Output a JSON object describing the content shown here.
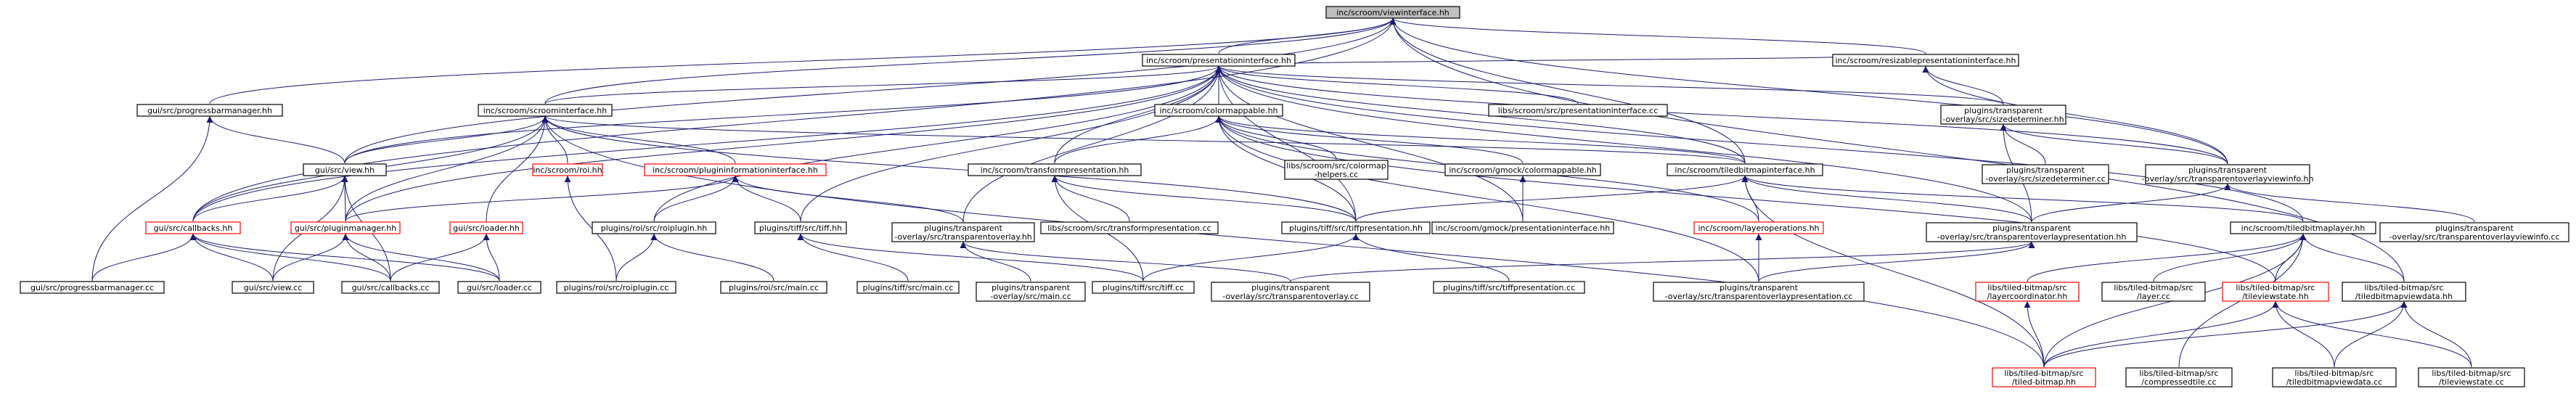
{
  "graph": {
    "colors": {
      "edge": "#191970",
      "root_fill": "#bfbfbf",
      "red_border": "#ff0000"
    },
    "nodes": [
      {
        "id": "root",
        "lines": [
          "inc/scroom/viewinterface.hh"
        ],
        "root": true
      },
      {
        "id": "presi",
        "lines": [
          "inc/scroom/presentationinterface.hh"
        ]
      },
      {
        "id": "resize",
        "lines": [
          "inc/scroom/resizablepresentationinterface.hh"
        ]
      },
      {
        "id": "progmgr",
        "lines": [
          "gui/src/progressbarmanager.hh"
        ]
      },
      {
        "id": "scroomi",
        "lines": [
          "inc/scroom/scroominterface.hh"
        ]
      },
      {
        "id": "colormap",
        "lines": [
          "inc/scroom/colormappable.hh"
        ]
      },
      {
        "id": "presicc",
        "lines": [
          "libs/scroom/src/presentationinterface.cc"
        ]
      },
      {
        "id": "sizedet",
        "lines": [
          "plugins/transparent",
          "-overlay/src/sizedeterminer.hh"
        ]
      },
      {
        "id": "view",
        "lines": [
          "gui/src/view.hh"
        ]
      },
      {
        "id": "roi",
        "lines": [
          "inc/scroom/roi.hh"
        ],
        "red": true
      },
      {
        "id": "pinfo",
        "lines": [
          "inc/scroom/plugininformationinterface.hh"
        ],
        "red": true
      },
      {
        "id": "transpres",
        "lines": [
          "inc/scroom/transformpresentation.hh"
        ]
      },
      {
        "id": "cmhelpers",
        "lines": [
          "libs/scroom/src/colormap",
          "-helpers.cc"
        ]
      },
      {
        "id": "gmockcm",
        "lines": [
          "inc/scroom/gmock/colormappable.hh"
        ]
      },
      {
        "id": "tiledbi",
        "lines": [
          "inc/scroom/tiledbitmapinterface.hh"
        ]
      },
      {
        "id": "sizedetcc",
        "lines": [
          "plugins/transparent",
          "-overlay/src/sizedeterminer.cc"
        ]
      },
      {
        "id": "tovinfo",
        "lines": [
          "plugins/transparent",
          "-overlay/src/transparentoverlayviewinfo.hh"
        ]
      },
      {
        "id": "callbacks",
        "lines": [
          "gui/src/callbacks.hh"
        ],
        "red": true
      },
      {
        "id": "pluginmgr",
        "lines": [
          "gui/src/pluginmanager.hh"
        ],
        "red": true
      },
      {
        "id": "loader",
        "lines": [
          "gui/src/loader.hh"
        ],
        "red": true
      },
      {
        "id": "roiplugin",
        "lines": [
          "plugins/roi/src/roiplugin.hh"
        ]
      },
      {
        "id": "tiffhh",
        "lines": [
          "plugins/tiff/src/tiff.hh"
        ]
      },
      {
        "id": "toverlay",
        "lines": [
          "plugins/transparent",
          "-overlay/src/transparentoverlay.hh"
        ]
      },
      {
        "id": "transprescc",
        "lines": [
          "libs/scroom/src/transformpresentation.cc"
        ]
      },
      {
        "id": "tiffpres",
        "lines": [
          "plugins/tiff/src/tiffpresentation.hh"
        ]
      },
      {
        "id": "gmockpi",
        "lines": [
          "inc/scroom/gmock/presentationinterface.hh"
        ]
      },
      {
        "id": "layerops",
        "lines": [
          "inc/scroom/layeroperations.hh"
        ],
        "red": true
      },
      {
        "id": "topres",
        "lines": [
          "plugins/transparent",
          "-overlay/src/transparentoverlaypresentation.hh"
        ]
      },
      {
        "id": "tiledbl",
        "lines": [
          "inc/scroom/tiledbitmaplayer.hh"
        ]
      },
      {
        "id": "tovinfocc",
        "lines": [
          "plugins/transparent",
          "-overlay/src/transparentoverlayviewinfo.cc"
        ]
      },
      {
        "id": "progcc",
        "lines": [
          "gui/src/progressbarmanager.cc"
        ]
      },
      {
        "id": "viewcc",
        "lines": [
          "gui/src/view.cc"
        ]
      },
      {
        "id": "callbackscc",
        "lines": [
          "gui/src/callbacks.cc"
        ]
      },
      {
        "id": "loadercc",
        "lines": [
          "gui/src/loader.cc"
        ]
      },
      {
        "id": "roiplugincc",
        "lines": [
          "plugins/roi/src/roiplugin.cc"
        ]
      },
      {
        "id": "roimain",
        "lines": [
          "plugins/roi/src/main.cc"
        ]
      },
      {
        "id": "tiffmain",
        "lines": [
          "plugins/tiff/src/main.cc"
        ]
      },
      {
        "id": "tomain",
        "lines": [
          "plugins/transparent",
          "-overlay/src/main.cc"
        ]
      },
      {
        "id": "tiffcc",
        "lines": [
          "plugins/tiff/src/tiff.cc"
        ]
      },
      {
        "id": "tocc",
        "lines": [
          "plugins/transparent",
          "-overlay/src/transparentoverlay.cc"
        ]
      },
      {
        "id": "tiffprescc",
        "lines": [
          "plugins/tiff/src/tiffpresentation.cc"
        ]
      },
      {
        "id": "topresc",
        "lines": [
          "plugins/transparent",
          "-overlay/src/transparentoverlaypresentation.cc"
        ]
      },
      {
        "id": "layercoord",
        "lines": [
          "libs/tiled-bitmap/src",
          "/layercoordinator.hh"
        ],
        "red": true
      },
      {
        "id": "layercc",
        "lines": [
          "libs/tiled-bitmap/src",
          "/layer.cc"
        ]
      },
      {
        "id": "tileviewstate",
        "lines": [
          "libs/tiled-bitmap/src",
          "/tileviewstate.hh"
        ],
        "red": true
      },
      {
        "id": "tbviewdata",
        "lines": [
          "libs/tiled-bitmap/src",
          "/tiledbitmapviewdata.hh"
        ]
      },
      {
        "id": "tiledbitmap",
        "lines": [
          "libs/tiled-bitmap/src",
          "/tiled-bitmap.hh"
        ],
        "red": true
      },
      {
        "id": "compressed",
        "lines": [
          "libs/tiled-bitmap/src",
          "/compressedtile.cc"
        ]
      },
      {
        "id": "tbviewdatacc",
        "lines": [
          "libs/tiled-bitmap/src",
          "/tiledbitmapviewdata.cc"
        ]
      },
      {
        "id": "tileviewstatecc",
        "lines": [
          "libs/tiled-bitmap/src",
          "/tileviewstate.cc"
        ]
      }
    ]
  }
}
